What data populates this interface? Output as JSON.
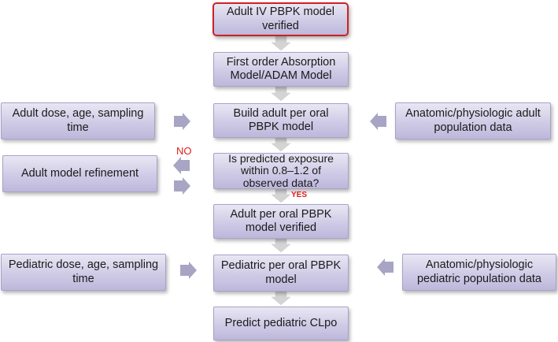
{
  "flowchart": {
    "main_steps": [
      {
        "id": "adult-iv-verified",
        "label": "Adult IV PBPK model verified"
      },
      {
        "id": "absorption-model",
        "label": "First order Absorption Model/ADAM Model"
      },
      {
        "id": "build-adult-oral",
        "label": "Build adult per oral PBPK model"
      },
      {
        "id": "decision-exposure",
        "label": "Is predicted exposure within 0.8–1.2 of observed data?"
      },
      {
        "id": "adult-oral-verified",
        "label": "Adult per oral PBPK model verified"
      },
      {
        "id": "pediatric-oral",
        "label": "Pediatric per oral PBPK model"
      },
      {
        "id": "predict-clpo",
        "label": "Predict pediatric CLpo"
      }
    ],
    "side_inputs": {
      "adult_dose": "Adult dose, age, sampling time",
      "adult_population": "Anatomic/physiologic adult population data",
      "model_refinement": "Adult model refinement",
      "pediatric_dose": "Pediatric dose, age, sampling time",
      "pediatric_population": "Anatomic/physiologic pediatric population data"
    },
    "decision_labels": {
      "no": "NO",
      "yes": "YES"
    },
    "colors": {
      "box_fill_top": "#e9e7f4",
      "box_fill_bottom": "#bdb8db",
      "arrow_fill": "#a8a4c4",
      "highlight_border": "#cc2127",
      "decision_label": "#e01b1b"
    }
  }
}
